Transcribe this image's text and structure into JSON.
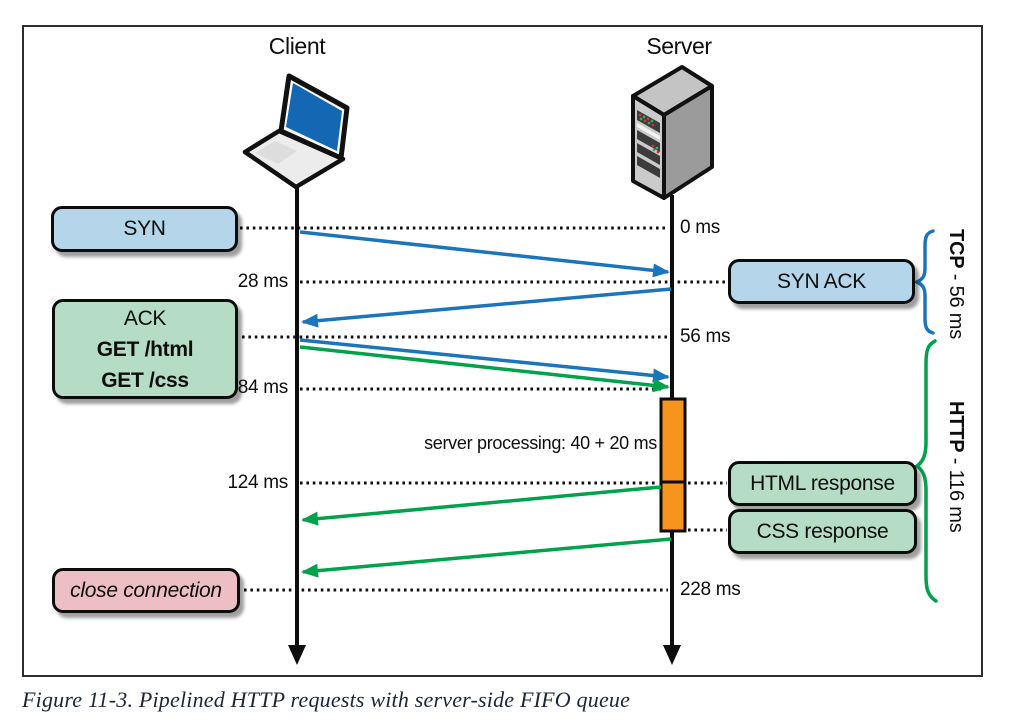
{
  "figure": {
    "actors": {
      "client": "Client",
      "server": "Server"
    },
    "messages": {
      "syn": "SYN",
      "syn_ack": "SYN ACK",
      "ack": "ACK",
      "get_html": "GET /html",
      "get_css": "GET /css",
      "html_response": "HTML response",
      "css_response": "CSS response",
      "close_connection": "close connection"
    },
    "timestamps": {
      "t0": "0 ms",
      "t28": "28 ms",
      "t56": "56 ms",
      "t84": "84 ms",
      "t124": "124 ms",
      "t228": "228 ms"
    },
    "annotations": {
      "server_processing": "server processing: 40 + 20 ms",
      "tcp_name": "TCP",
      "tcp_duration": " - 56 ms",
      "http_name": "HTTP",
      "http_duration": " - 116 ms"
    },
    "caption": "Figure 11-3. Pipelined HTTP requests with server-side FIFO queue",
    "colors": {
      "tcp_box_fill": "#b5d5ea",
      "http_box_fill": "#b5dcc5",
      "close_box_fill": "#edbfc4",
      "processing_block_fill": "#f7941e",
      "tcp_arrow": "#1b75bc",
      "http_arrow": "#00a24c"
    }
  }
}
